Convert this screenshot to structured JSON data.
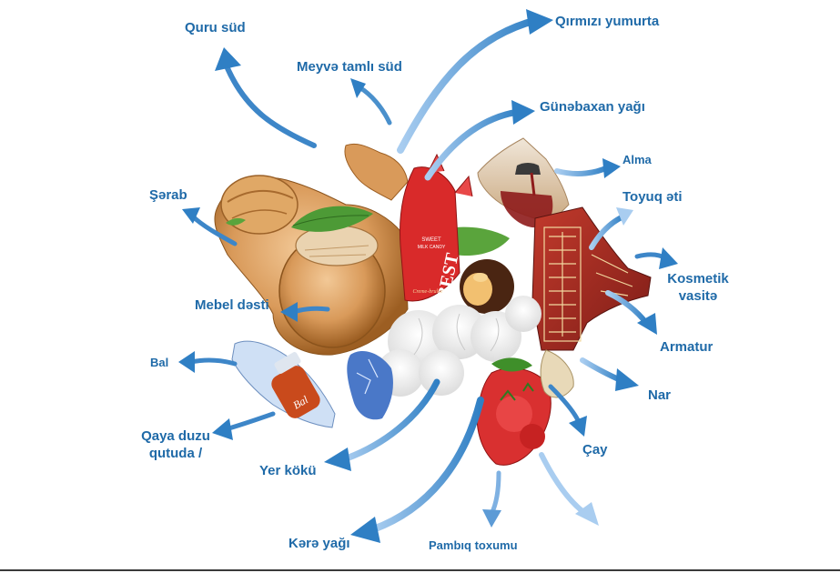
{
  "colors": {
    "label": "#1f6aa8",
    "arrow_dark": "#2f7fc4",
    "arrow_light": "#a9cdf0"
  },
  "labels": {
    "quru_sud": "Quru süd",
    "meyve_tamli_sud": "Meyvə tamlı süd",
    "qirmizi_yumurta": "Qırmızı yumurta",
    "gunebaxan_yagi": "Günəbaxan yağı",
    "alma": "Alma",
    "toyuq_eti": "Toyuq əti",
    "serab": "Şərab",
    "kosmetik_vasite": "Kosmetik vasitə",
    "mebel_desti": "Mebel dəsti",
    "armatur": "Armatur",
    "bal": "Bal",
    "nar": "Nar",
    "qaya_duzu_1": "Qaya duzu",
    "qaya_duzu_2": "qutuda /",
    "cay": "Çay",
    "yer_koku": "Yer kökü",
    "kere_yagi": "Kərə yağı",
    "pambiq_toxumu": "Pambıq toxumu"
  },
  "candy": {
    "brand": "BEST",
    "line1": "SWEET",
    "line2": "MILK CANDY",
    "line3": "Creme-brulee"
  },
  "honey_jar_text": "Bal"
}
